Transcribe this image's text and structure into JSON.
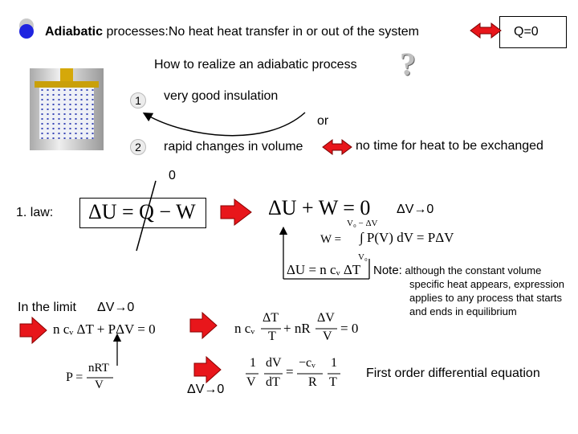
{
  "header": {
    "title_bold": "Adiabatic",
    "title_rest": " processes:No heat heat transfer in or out of the system",
    "q_equals_zero": "Q=0"
  },
  "question": {
    "text": "How to realize an adiabatic process",
    "mark": "?"
  },
  "options": {
    "one_number": "1",
    "one_text": "very good insulation",
    "or_text": "or",
    "two_number": "2",
    "two_text": "rapid changes in volume",
    "consequence": "no time for heat to be exchanged",
    "zero_label": "0"
  },
  "law": {
    "label": "1. law:",
    "first_law_eq": "ΔU = Q − W",
    "eq_zero_q": "ΔU + W = 0",
    "delta_v_to_zero_top": "ΔV→0",
    "limits_v0_v": "V₀ − ΔV",
    "work_w": "W =",
    "work_integral": "∫ P(V) dV = PΔV",
    "limit_v0": "V₀",
    "delta_u_formula": "ΔU = n cᵥ ΔT"
  },
  "note": {
    "heading": "Note:",
    "line1": " although the constant volume",
    "line2": "specific heat appears, expression",
    "line3": "applies to any process that starts",
    "line4": "and ends in equilibrium"
  },
  "limit": {
    "label": "In the limit",
    "delta_v_to_zero": "ΔV→0",
    "eq1": "n cᵥ ΔT + PΔV = 0",
    "eq2_left": "n cᵥ",
    "eq2_dt": "ΔT",
    "eq2_t": "T",
    "eq2_mid": "+ nR",
    "eq2_dv": "ΔV",
    "eq2_v": "V",
    "eq2_end": "= 0",
    "p_eq_left": "P =",
    "p_num": "nRT",
    "p_den": "V",
    "delta_v_bottom": "ΔV→0",
    "final_1": "1",
    "final_dv": "dV",
    "final_v": "V",
    "final_dt": "dT",
    "final_eq": "=",
    "final_cv": "−cᵥ",
    "final_r": "R",
    "final_1b": "1",
    "final_t": "T",
    "first_order": "First order differential equation"
  },
  "colors": {
    "arrow_red": "#e8161b",
    "bullet_blue": "#1f24e0",
    "bullet_gray": "#b8b8b8"
  }
}
